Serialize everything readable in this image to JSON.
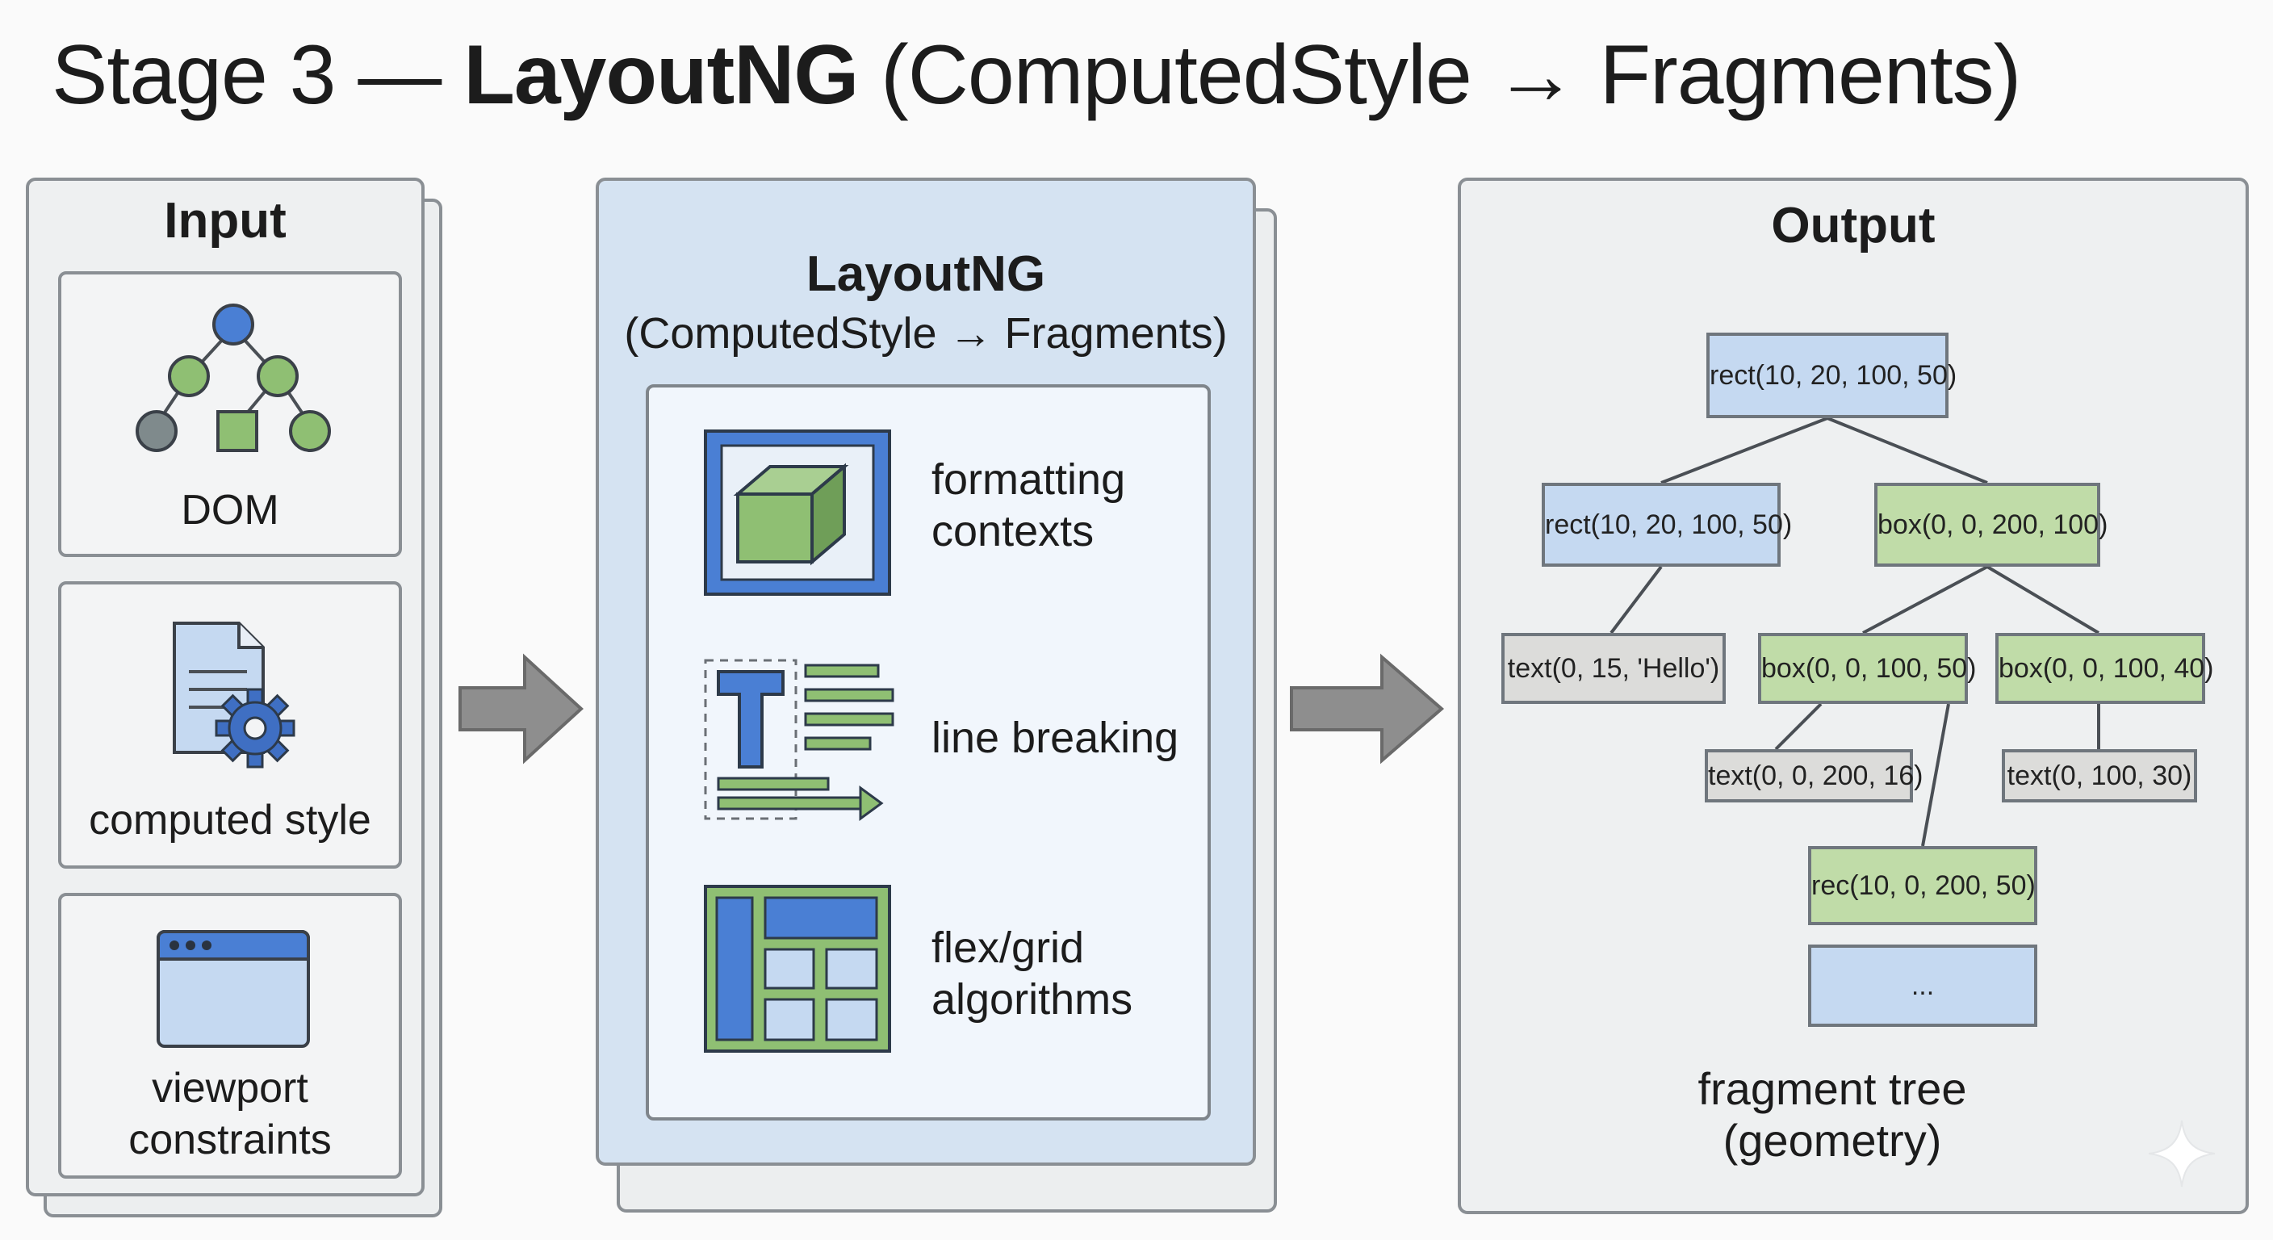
{
  "title": {
    "prefix": "Stage 3 — ",
    "bold": "LayoutNG",
    "suffix": " (ComputedStyle → Fragments)"
  },
  "input": {
    "heading": "Input",
    "items": [
      {
        "label": "DOM",
        "icon": "dom-tree-icon"
      },
      {
        "label": "computed style",
        "icon": "document-gear-icon"
      },
      {
        "label_line1": "viewport",
        "label_line2": "constraints",
        "icon": "browser-window-icon"
      }
    ]
  },
  "layoutng": {
    "heading": "LayoutNG",
    "subheading": "(ComputedStyle → Fragments)",
    "features": [
      {
        "line1": "formatting",
        "line2": "contexts",
        "icon": "cube-icon"
      },
      {
        "line1": "line breaking",
        "icon": "text-lines-icon"
      },
      {
        "line1": "flex/grid",
        "line2": "algorithms",
        "icon": "grid-layout-icon"
      }
    ]
  },
  "output": {
    "heading": "Output",
    "nodes": {
      "root": "rect(10, 20, 100, 50)",
      "left": "rect(10, 20, 100, 50)",
      "right": "box(0, 0, 200, 100)",
      "left_child": "text(0, 15, 'Hello')",
      "right_child_a": "box(0, 0, 100, 50)",
      "right_child_b": "box(0, 0, 100, 40)",
      "text_a": "text(0, 0, 200, 16)",
      "text_b": "text(0, 100, 30)",
      "rec": "rec(10, 0, 200, 50)",
      "ellipsis": "..."
    },
    "caption_line1": "fragment tree",
    "caption_line2": "(geometry)"
  },
  "colors": {
    "blue": "#4a7fd4",
    "green": "#8fbf73",
    "gray_arrow": "#8e8e8e"
  }
}
